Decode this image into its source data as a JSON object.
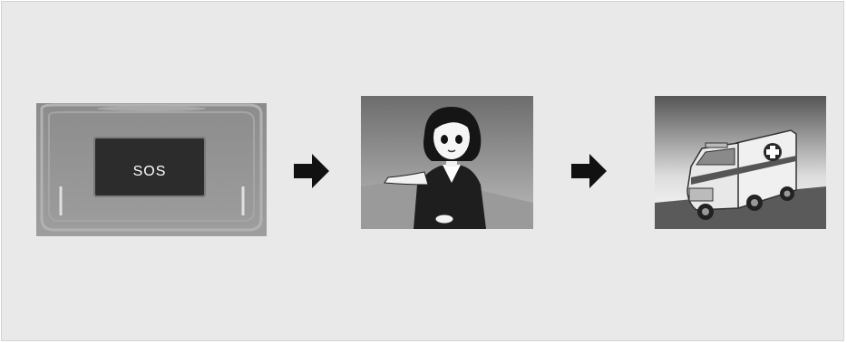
{
  "sos_panel": {
    "button_label": "SOS"
  },
  "icons": {
    "arrow_1": "arrow-right-icon",
    "arrow_2": "arrow-right-icon",
    "operator": "operator-illustration",
    "ambulance": "ambulance-illustration"
  },
  "colors": {
    "background": "#e9e9e9",
    "button": "#2c2c2c",
    "arrow": "#111111"
  }
}
